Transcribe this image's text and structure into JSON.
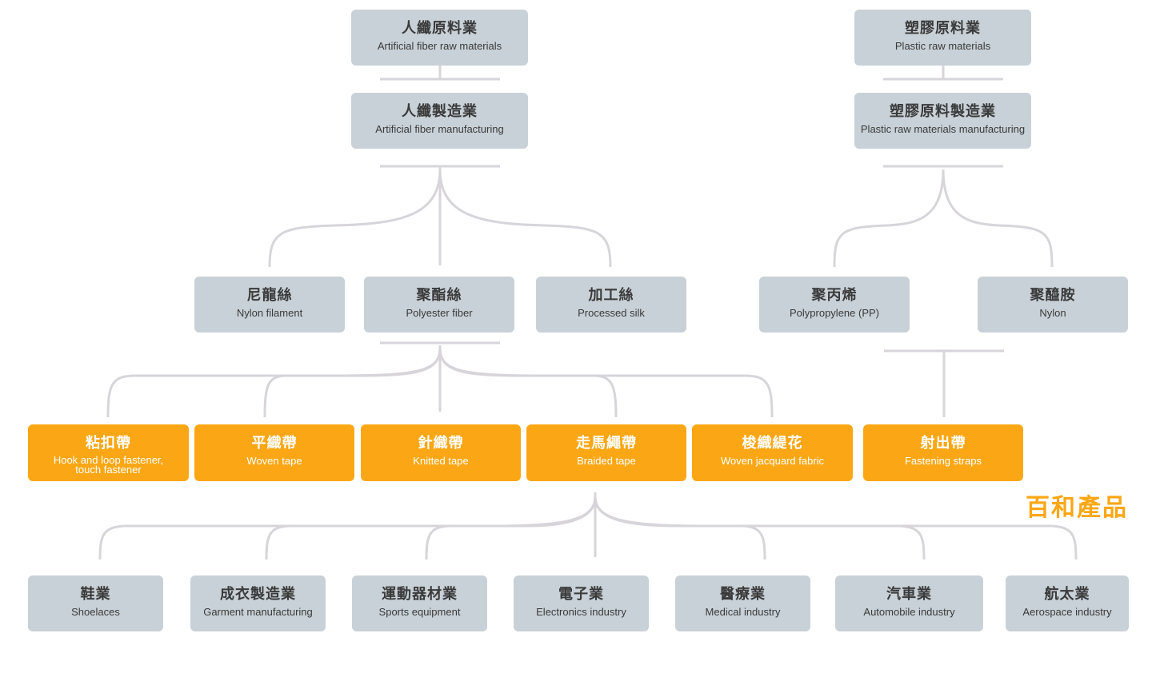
{
  "top": {
    "artificial_raw": {
      "zh": "人纖原料業",
      "en": "Artificial fiber raw materials"
    },
    "artificial_mfg": {
      "zh": "人纖製造業",
      "en": "Artificial fiber manufacturing"
    },
    "plastic_raw": {
      "zh": "塑膠原料業",
      "en": "Plastic raw materials"
    },
    "plastic_mfg": {
      "zh": "塑膠原料製造業",
      "en": "Plastic raw materials manufacturing"
    }
  },
  "fibers": {
    "nylon_filament": {
      "zh": "尼龍絲",
      "en": "Nylon filament"
    },
    "polyester": {
      "zh": "聚酯絲",
      "en": "Polyester fiber"
    },
    "processed_silk": {
      "zh": "加工絲",
      "en": "Processed silk"
    },
    "pp": {
      "zh": "聚丙烯",
      "en": "Polypropylene (PP)"
    },
    "nylon": {
      "zh": "聚醯胺",
      "en": "Nylon"
    }
  },
  "products": {
    "hook_loop": {
      "zh": "粘扣帶",
      "en": "Hook and loop fastener, touch fastener"
    },
    "woven_tape": {
      "zh": "平織帶",
      "en": "Woven tape"
    },
    "knitted_tape": {
      "zh": "針織帶",
      "en": "Knitted tape"
    },
    "braided_tape": {
      "zh": "走馬繩帶",
      "en": "Braided tape"
    },
    "jacquard": {
      "zh": "梭織緹花",
      "en": "Woven jacquard fabric"
    },
    "fastening_straps": {
      "zh": "射出帶",
      "en": "Fastening straps"
    }
  },
  "brand_label": "百和產品",
  "industries": {
    "shoelaces": {
      "zh": "鞋業",
      "en": "Shoelaces"
    },
    "garment": {
      "zh": "成衣製造業",
      "en": "Garment manufacturing"
    },
    "sports": {
      "zh": "運動器材業",
      "en": "Sports equipment"
    },
    "electronics": {
      "zh": "電子業",
      "en": "Electronics industry"
    },
    "medical": {
      "zh": "醫療業",
      "en": "Medical industry"
    },
    "automobile": {
      "zh": "汽車業",
      "en": "Automobile industry"
    },
    "aerospace": {
      "zh": "航太業",
      "en": "Aerospace industry"
    }
  },
  "colors": {
    "gray_box": "#c8d1d7",
    "orange_box": "#fba715",
    "connector": "#d7d5da",
    "brand": "#fba715"
  }
}
